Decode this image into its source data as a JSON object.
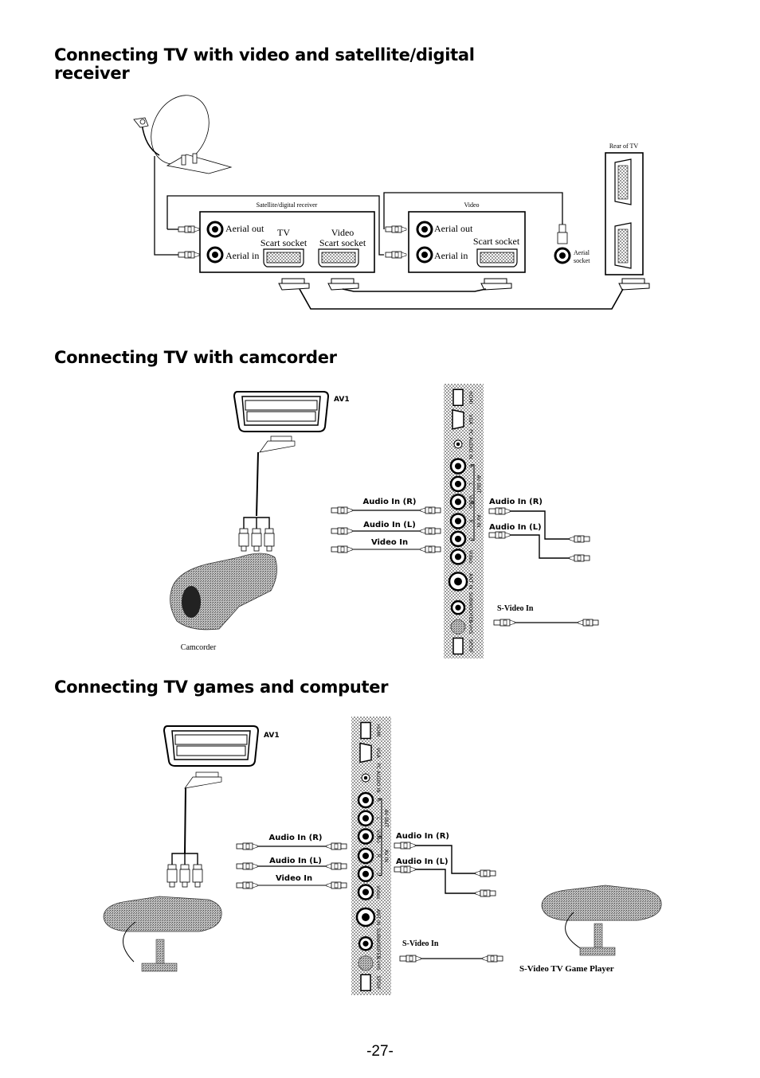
{
  "sections": [
    {
      "title_line1": "Connecting TV with video and satellite/digital",
      "title_line2": "receiver",
      "labels": {
        "rear_of_tv": "Rear of TV",
        "receiver": "Satellite/digital receiver",
        "video": "Video",
        "aerial_out": "Aerial out",
        "aerial_in": "Aerial in",
        "tv": "TV",
        "video_socket_top": "Video",
        "scart_socket": "Scart socket",
        "aerial": "Aerial",
        "socket": "socket"
      }
    },
    {
      "title": "Connecting TV with camcorder",
      "av1": "AV1",
      "device": "Camcorder",
      "cables_left": [
        "Audio In (R)",
        "Audio In (L)",
        "Video In"
      ],
      "cables_right": [
        "Audio In (R)",
        "Audio In (L)"
      ],
      "svideo": "S-Video In"
    },
    {
      "title": "Connecting TV games and computer",
      "av1": "AV1",
      "device": "S-Video TV Game Player",
      "cables_left": [
        "Audio In (R)",
        "Audio In (L)",
        "Video In"
      ],
      "cables_right": [
        "Audio In (R)",
        "Audio In (L)"
      ],
      "svideo": "S-Video In"
    }
  ],
  "panel_labels": [
    "HDMI",
    "VGA",
    "PC AUDIO IN",
    "R",
    "L",
    "AV OUT",
    "Video",
    "R",
    "L",
    "AV IN",
    "Video",
    "ANT IN",
    "SUBWOOFER",
    "S-VHS",
    "SPDIF"
  ],
  "page_number": "-27-"
}
